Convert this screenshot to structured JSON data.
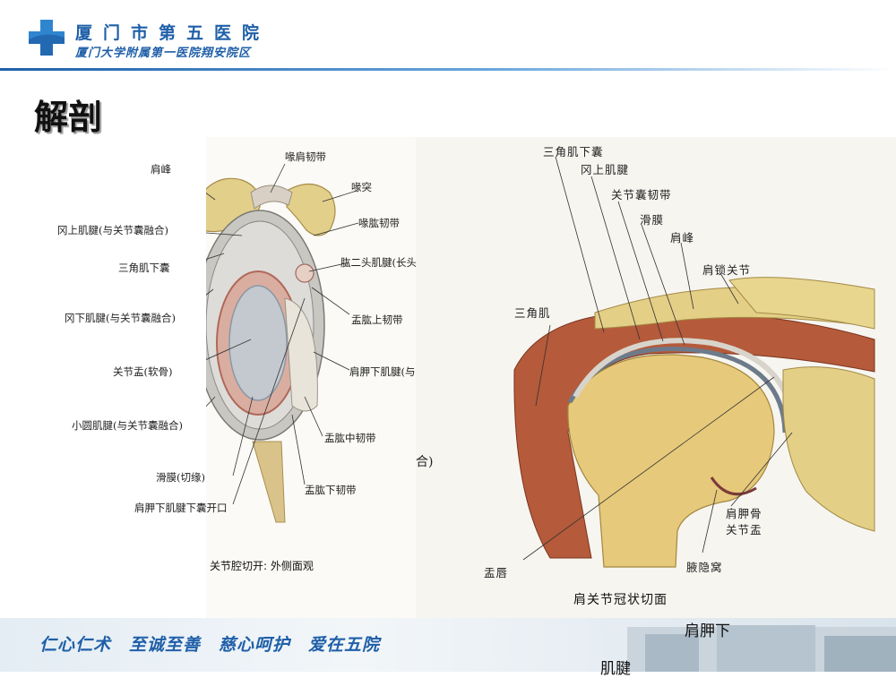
{
  "header": {
    "hospital_name": "厦门市第五医院",
    "hospital_subtitle": "厦门大学附属第一医院翔安院区",
    "logo_icon": "medical-cross-icon",
    "brand_color": "#1f5fa8"
  },
  "slide": {
    "title": "解剖"
  },
  "figure_left": {
    "labels": [
      "肩峰",
      "喙肩韧带",
      "喙突",
      "冈上肌腱(与关节囊融合)",
      "喙肱韧带",
      "三角肌下囊",
      "肱二头肌腱(长头",
      "冈下肌腱(与关节囊融合)",
      "盂肱上韧带",
      "关节盂(软骨)",
      "肩胛下肌腱(与",
      "小圆肌腱(与关节囊融合)",
      "盂肱中韧带",
      "滑膜(切缘)",
      "盂肱下韧带",
      "肩胛下肌腱下囊开口"
    ],
    "caption": "关节腔切开: 外侧面观"
  },
  "figure_right": {
    "labels": [
      "三角肌下囊",
      "冈上肌腱",
      "关节囊韧带",
      "滑膜",
      "肩峰",
      "肩锁关节",
      "三角肌",
      "盂唇",
      "肩胛骨",
      "关节盂",
      "腋隐窝"
    ],
    "fragment": "合)",
    "caption": "肩关节冠状切面"
  },
  "overflow_text": {
    "line1": "肩胛下",
    "line2": "肌腱"
  },
  "footer": {
    "slogan": "仁心仁术　至诚至善　慈心呵护　爱在五院"
  }
}
